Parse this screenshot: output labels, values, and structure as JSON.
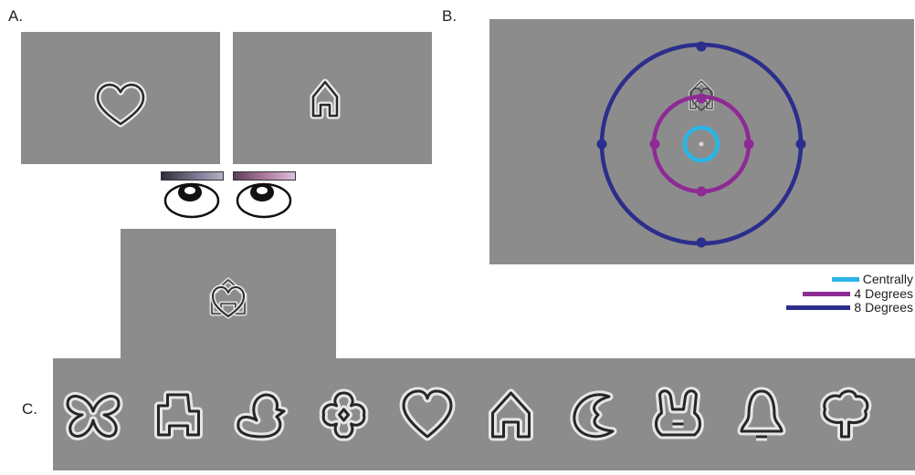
{
  "panels": {
    "a": "A.",
    "b": "B.",
    "c": "C."
  },
  "colors": {
    "stimulus_gray": "#8c8c8c",
    "central": "#29b6e6",
    "four_degrees": "#8e2a94",
    "eight_degrees": "#2c2e8c",
    "filter_left": "#5e5a73",
    "filter_right": "#9a7191"
  },
  "legend": [
    {
      "label": "Centrally",
      "color": "#29b6e6"
    },
    {
      "label": "4 Degrees",
      "color": "#8e2a94"
    },
    {
      "label": "8 Degrees",
      "color": "#2c2e8c"
    }
  ],
  "panel_a": {
    "left_stimulus_icon": "heart-icon",
    "right_stimulus_icon": "house-icon",
    "combined_stimulus_icon": "heart-house-overlay-icon"
  },
  "panel_c_icons": [
    "butterfly-icon",
    "boot-icon",
    "duck-icon",
    "flower-icon",
    "heart-icon",
    "house-icon",
    "moon-icon",
    "bunny-icon",
    "bell-icon",
    "tree-icon"
  ]
}
